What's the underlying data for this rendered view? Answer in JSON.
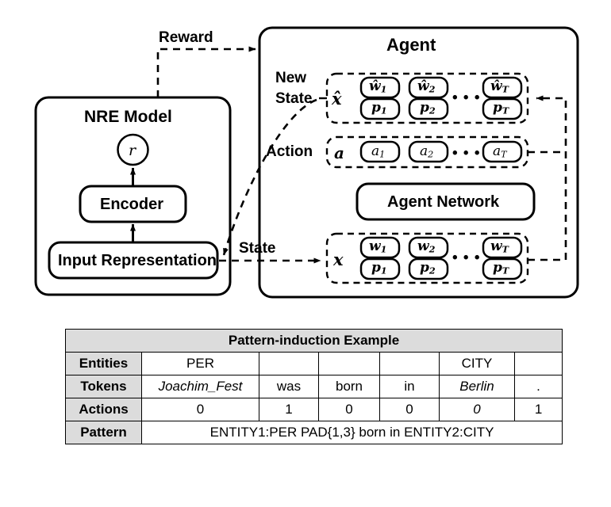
{
  "figure": {
    "kind": "architecture-diagram-with-table"
  },
  "arrows": {
    "reward_label": "Reward",
    "state_label": "State"
  },
  "nre_model": {
    "title": "NRE Model",
    "reward_node": "r",
    "encoder": "Encoder",
    "input_representation": "Input Representation"
  },
  "agent": {
    "title": "Agent",
    "network": "Agent Network",
    "rows": [
      {
        "label": "New\nState",
        "label_line1": "New",
        "label_line2": "State",
        "vector_symbol": "x̂",
        "ellipsis": "• • •",
        "cells": [
          {
            "top": "ŵ",
            "top_sub": "1",
            "bottom": "p",
            "bottom_sub": "1"
          },
          {
            "top": "ŵ",
            "top_sub": "2",
            "bottom": "p",
            "bottom_sub": "2"
          },
          {
            "top": "ŵ",
            "top_sub": "T",
            "bottom": "p",
            "bottom_sub": "T"
          }
        ]
      },
      {
        "label_line1": "Action",
        "vector_symbol": "a",
        "ellipsis": "• • •",
        "cells": [
          {
            "top": "a",
            "top_sub": "1"
          },
          {
            "top": "a",
            "top_sub": "2"
          },
          {
            "top": "a",
            "top_sub": "T"
          }
        ]
      },
      {
        "label_line1": "State",
        "vector_symbol": "x",
        "ellipsis": "• • •",
        "cells": [
          {
            "top": "w",
            "top_sub": "1",
            "bottom": "p",
            "bottom_sub": "1"
          },
          {
            "top": "w",
            "top_sub": "2",
            "bottom": "p",
            "bottom_sub": "2"
          },
          {
            "top": "w",
            "top_sub": "T",
            "bottom": "p",
            "bottom_sub": "T"
          }
        ]
      }
    ]
  },
  "table": {
    "title": "Pattern-induction Example",
    "row_labels": [
      "Entities",
      "Tokens",
      "Actions",
      "Pattern"
    ],
    "entities": [
      "PER",
      "",
      "",
      "",
      "CITY",
      ""
    ],
    "tokens": [
      "Joachim_Fest",
      "was",
      "born",
      "in",
      "Berlin",
      "."
    ],
    "actions": [
      "0",
      "1",
      "0",
      "0",
      "0",
      "1"
    ],
    "pattern": "ENTITY1:PER PAD{1,3} born in ENTITY2:CITY",
    "token_italic": [
      true,
      false,
      false,
      false,
      true,
      false
    ],
    "action_italic": [
      false,
      false,
      false,
      false,
      true,
      false
    ],
    "entity_italic": [
      false,
      false,
      false,
      false,
      false,
      false
    ]
  },
  "colors": {
    "stroke": "#000000",
    "background": "#ffffff",
    "header_fill": "#dcdcdc"
  }
}
